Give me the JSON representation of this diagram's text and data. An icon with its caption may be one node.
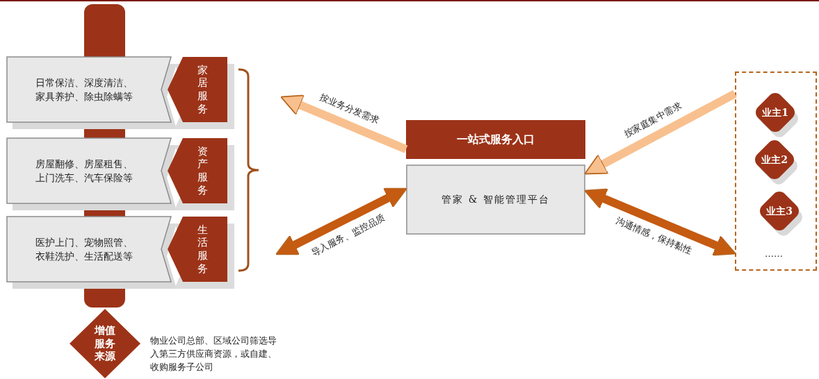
{
  "diagram": {
    "nodes": [
      {
        "text": [
          "日常保洁、深度清洁、家具养护、除虫除螨等"
        ]
      },
      {
        "text": [
          "家居服务"
        ]
      },
      {
        "text": [
          "房屋翻修、房屋租售、上门洗车、汽车保险等"
        ]
      },
      {
        "text": [
          "资产服务"
        ]
      },
      {
        "text": [
          "医护上门、宠物照管、衣鞋洗护、生活配送等"
        ]
      },
      {
        "text": [
          "生活服务"
        ]
      },
      {
        "text": [
          "增值服务来源"
        ],
        "beside": [
          "物业公司总部、区域公司筛选导入第三方供应商资源，或自建、收购服务子公司"
        ]
      },
      {
        "text": [
          "一站式服务入口"
        ]
      },
      {
        "text": [
          "管家 & 智能管理平台"
        ]
      },
      {
        "text": [],
        "shape": "box"
      },
      {
        "text": [
          "业主1"
        ],
        "in": 9
      },
      {
        "text": [
          "业主2"
        ],
        "in": 9
      },
      {
        "text": [
          "业主3"
        ],
        "in": 9
      },
      {
        "text": [],
        "shape": "bar"
      }
    ],
    "edges": [
      {
        "from": 7,
        "to": null,
        "arrow": "to",
        "label": "按业务分发需求",
        "color": "#f8c08e"
      },
      {
        "from": 8,
        "to": null,
        "arrow": "both",
        "label": "导入服务、监控品质",
        "color": "#c55a11"
      },
      {
        "from": 9,
        "to": 8,
        "arrow": "to",
        "label": "按家庭集中需求",
        "color": "#f8c08e"
      },
      {
        "from": 8,
        "to": 9,
        "arrow": "both",
        "label": "沟通情感，保持黏性",
        "color": "#c55a11"
      }
    ],
    "labels": [
      "……"
    ]
  }
}
